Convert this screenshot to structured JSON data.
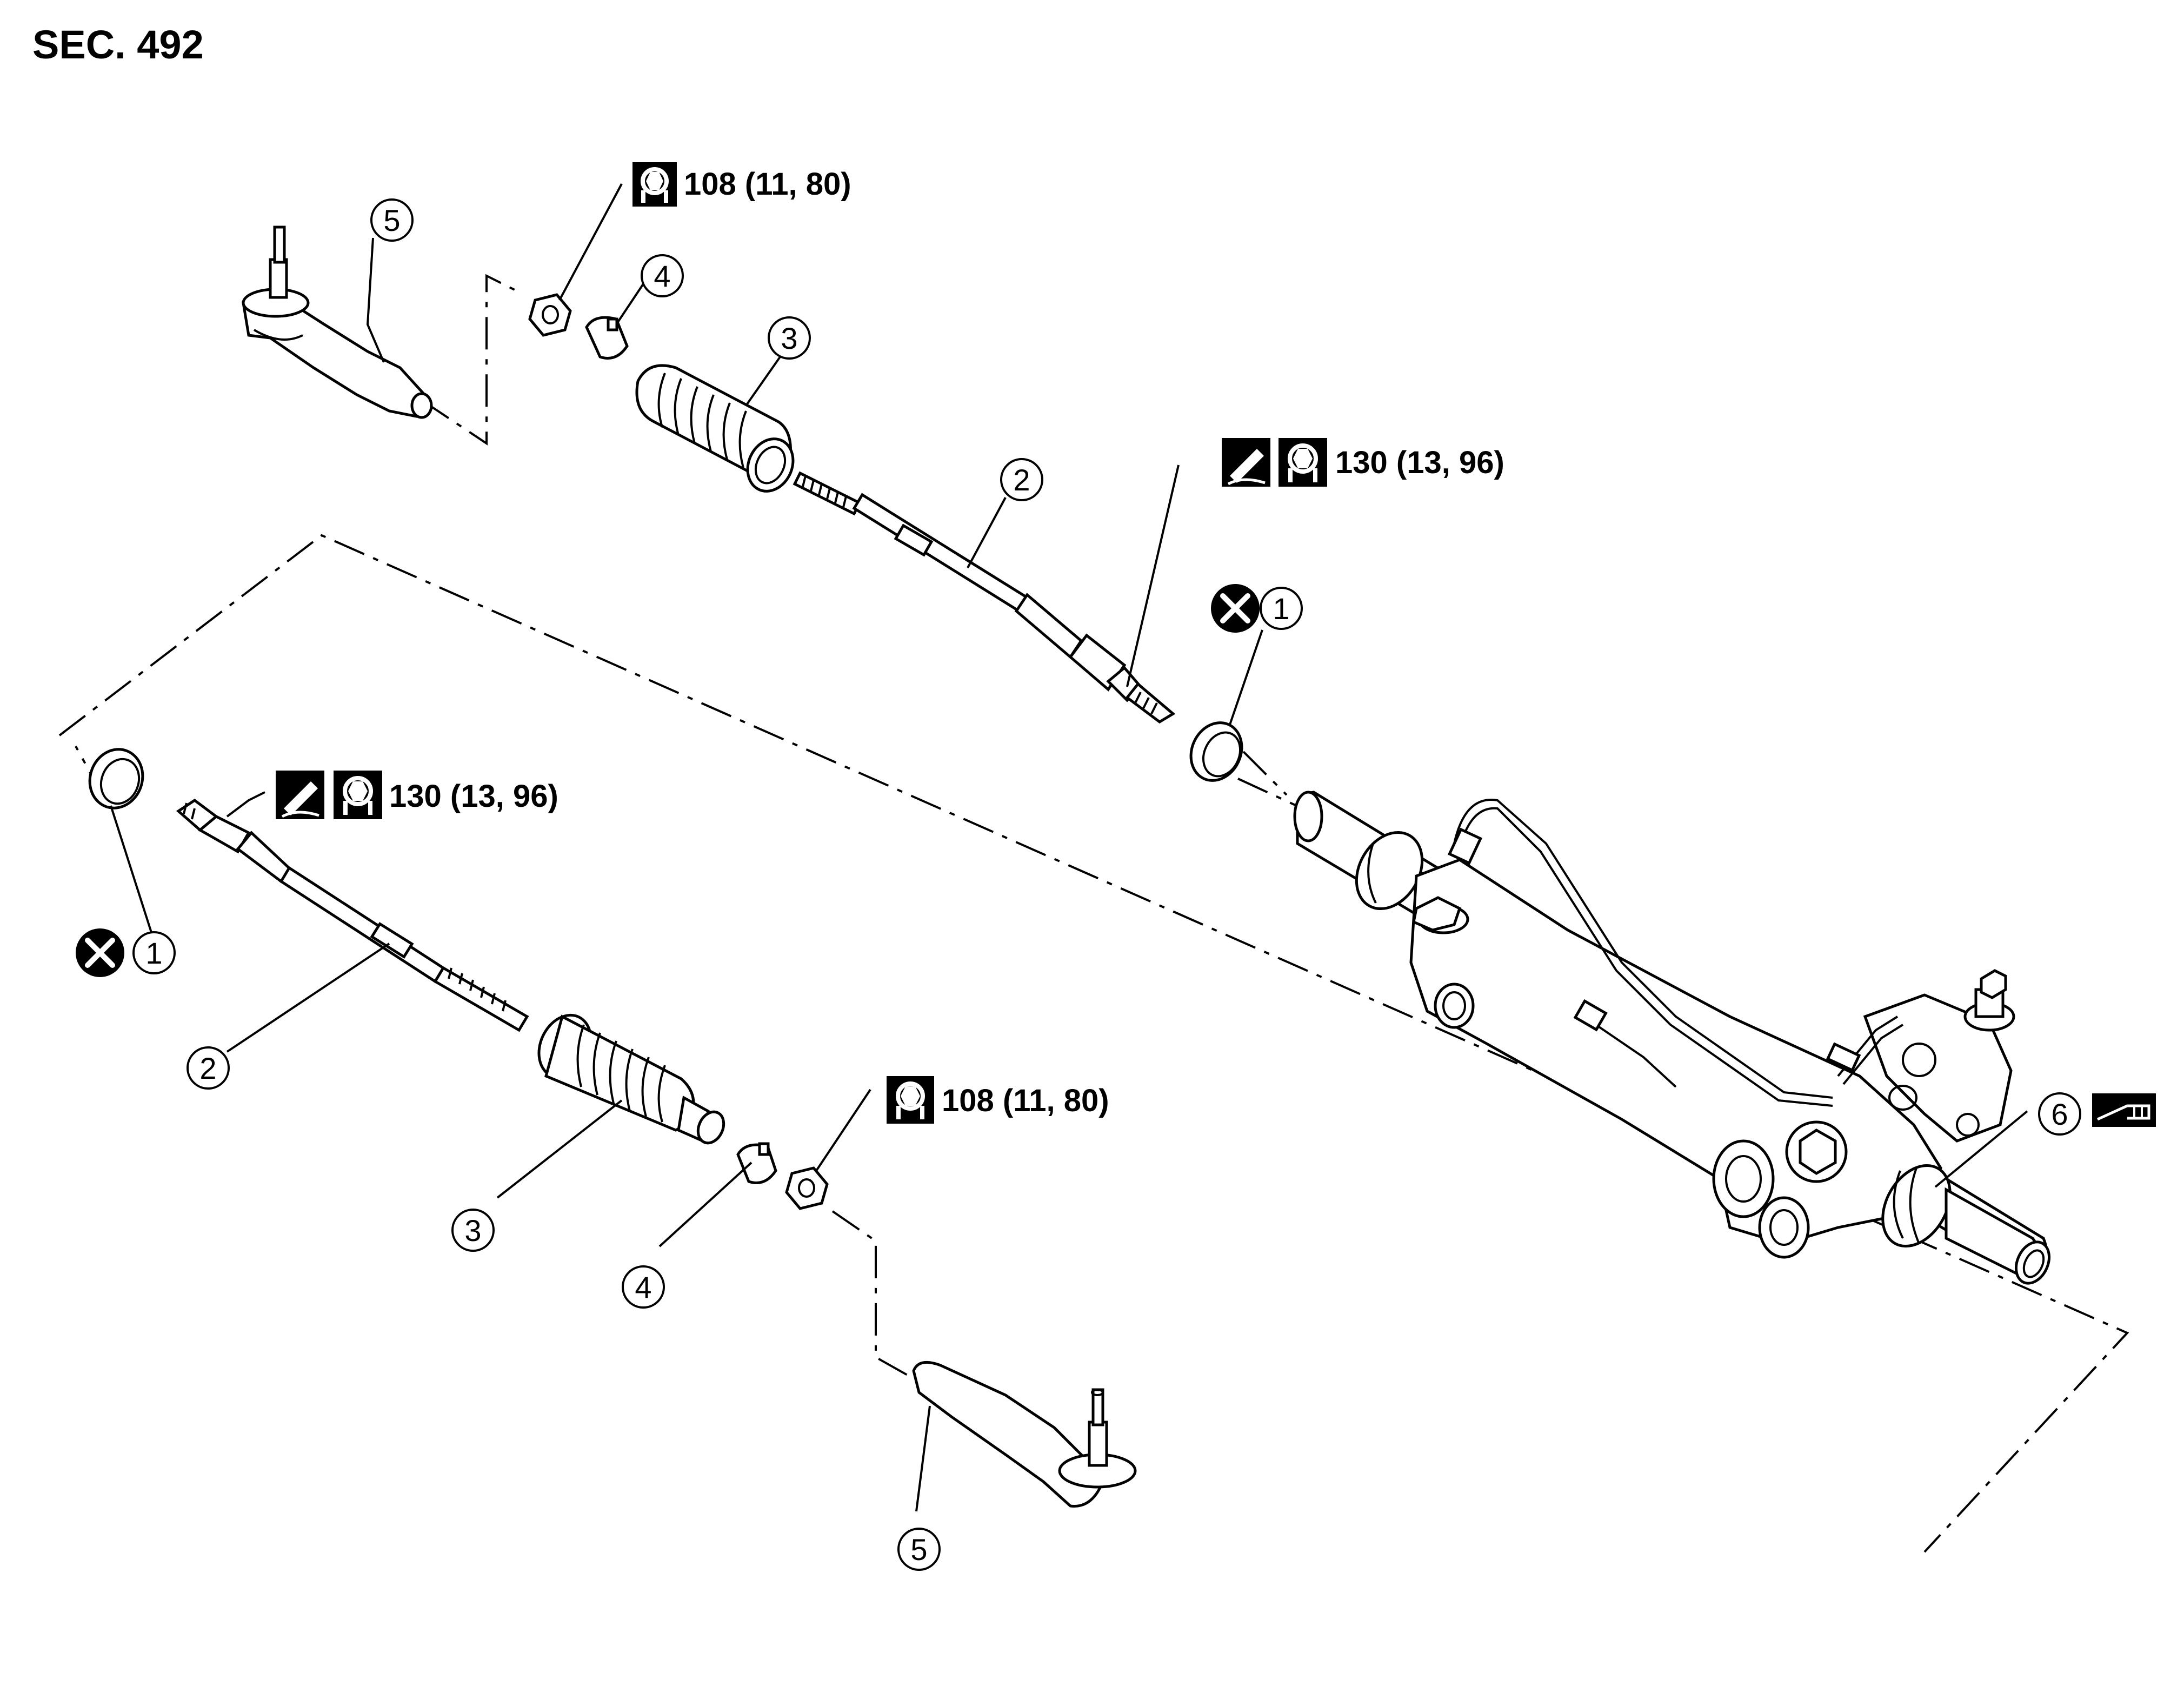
{
  "section_label": "SEC. 492",
  "callouts": {
    "c1_right": "1",
    "c1_left": "1",
    "c2_upper": "2",
    "c2_lower": "2",
    "c3_upper": "3",
    "c3_lower": "3",
    "c4_upper": "4",
    "c4_lower": "4",
    "c5_upper": "5",
    "c5_lower": "5",
    "c6": "6"
  },
  "torque": {
    "nut_upper": "108 (11, 80)",
    "nut_lower": "108 (11, 80)",
    "inner_upper": "130 (13, 96)",
    "inner_lower": "130 (13, 96)"
  },
  "icons": {
    "discard_right": "do-not-reuse-icon",
    "discard_left": "do-not-reuse-icon",
    "torque_nut_upper": "torque-wrench-icon",
    "torque_nut_lower": "torque-wrench-icon",
    "torque_inner_upper": "torque-wrench-icon",
    "torque_inner_lower": "torque-wrench-icon",
    "sealant_upper": "apply-sealant-icon",
    "sealant_lower": "apply-sealant-icon",
    "fill_grease": "apply-grease-icon"
  }
}
